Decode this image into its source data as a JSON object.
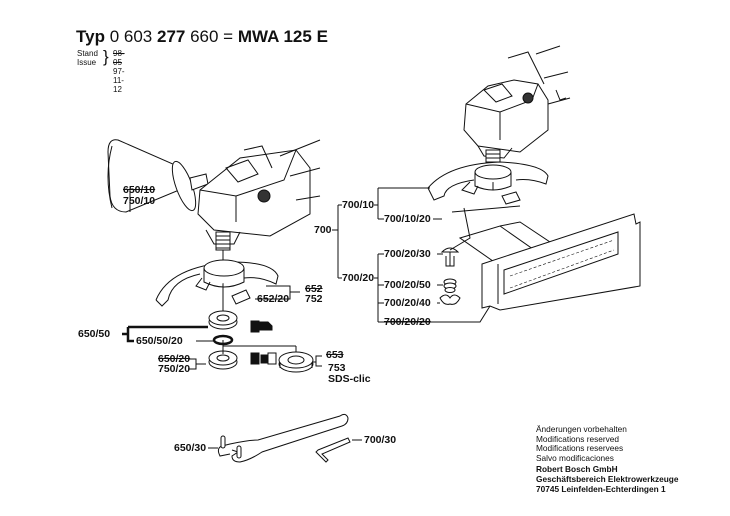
{
  "header": {
    "typ_label": "Typ",
    "part_number": "0 603",
    "part_number_bold": "277",
    "part_number_tail": "660 =",
    "model": "MWA 125 E",
    "stand_label": "Stand",
    "issue_label": "Issue",
    "stand_value_struck": "98-05",
    "issue_value": "97-11-12"
  },
  "labels": {
    "l650_10": "650/10",
    "l750_10": "750/10",
    "l652": "652",
    "l752": "752",
    "l652_20": "652/20",
    "l650_50": "650/50",
    "l650_50_20": "650/50/20",
    "l650_20": "650/20",
    "l750_20": "750/20",
    "l653": "653",
    "l753": "753",
    "sds": "SDS-clic",
    "l700": "700",
    "l700_10": "700/10",
    "l700_10_20": "700/10/20",
    "l700_20": "700/20",
    "l700_20_30": "700/20/30",
    "l700_20_50": "700/20/50",
    "l700_20_40": "700/20/40",
    "l700_20_20": "700/20/20",
    "l650_30": "650/30",
    "l700_30": "700/30"
  },
  "notes": {
    "lines": [
      "Änderungen vorbehalten",
      "Modifications reserved",
      "Modifications reservees",
      "Salvo modificaciones"
    ],
    "company": "Robert Bosch GmbH",
    "division": "Geschäftsbereich Elektrowerkzeuge",
    "address": "70745 Leinfelden-Echterdingen 1"
  }
}
